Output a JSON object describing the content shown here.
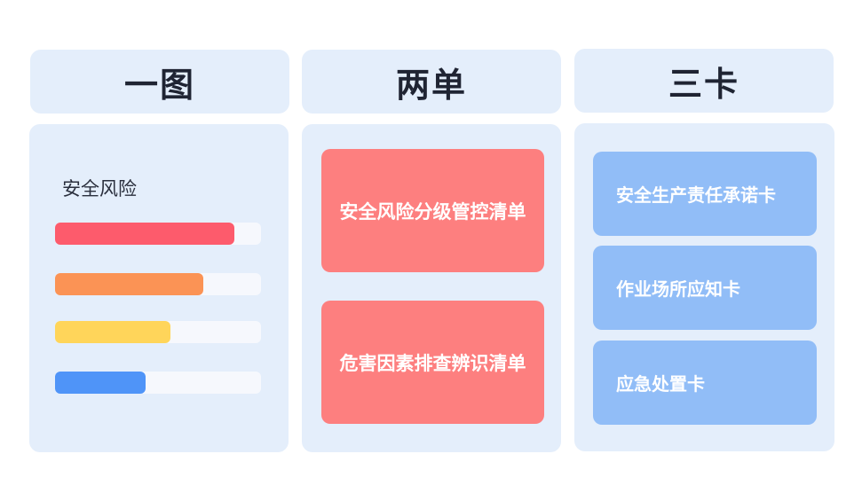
{
  "columns": [
    {
      "header": "一图"
    },
    {
      "header": "两单"
    },
    {
      "header": "三卡"
    }
  ],
  "risk_map": {
    "title": "安全风险",
    "bars": [
      {
        "level_fraction": 0.87,
        "color": "#fd5b6c"
      },
      {
        "level_fraction": 0.72,
        "color": "#fb9355"
      },
      {
        "level_fraction": 0.56,
        "color": "#ffd55a"
      },
      {
        "level_fraction": 0.44,
        "color": "#4f94f8"
      }
    ]
  },
  "lists": [
    {
      "label": "安全风险分级管控清单"
    },
    {
      "label": "危害因素排查辨识清单"
    }
  ],
  "cards": [
    {
      "label": "安全生产责任承诺卡"
    },
    {
      "label": "作业场所应知卡"
    },
    {
      "label": "应急处置卡"
    }
  ]
}
